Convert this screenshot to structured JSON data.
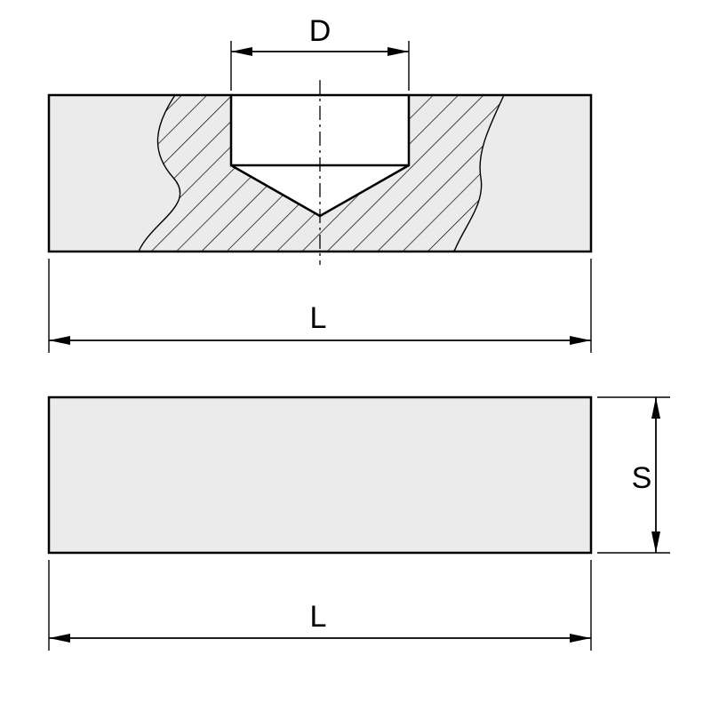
{
  "drawing": {
    "type": "technical-drawing",
    "views": {
      "top_section": {
        "name": "sectioned top view with blind drilled hole",
        "dim_hole_diameter": "D",
        "dim_length": "L"
      },
      "front": {
        "name": "front view",
        "dim_thickness": "S",
        "dim_length": "L"
      }
    },
    "colors": {
      "body_fill": "#ebebeb",
      "line": "#000000",
      "background": "#ffffff"
    }
  }
}
